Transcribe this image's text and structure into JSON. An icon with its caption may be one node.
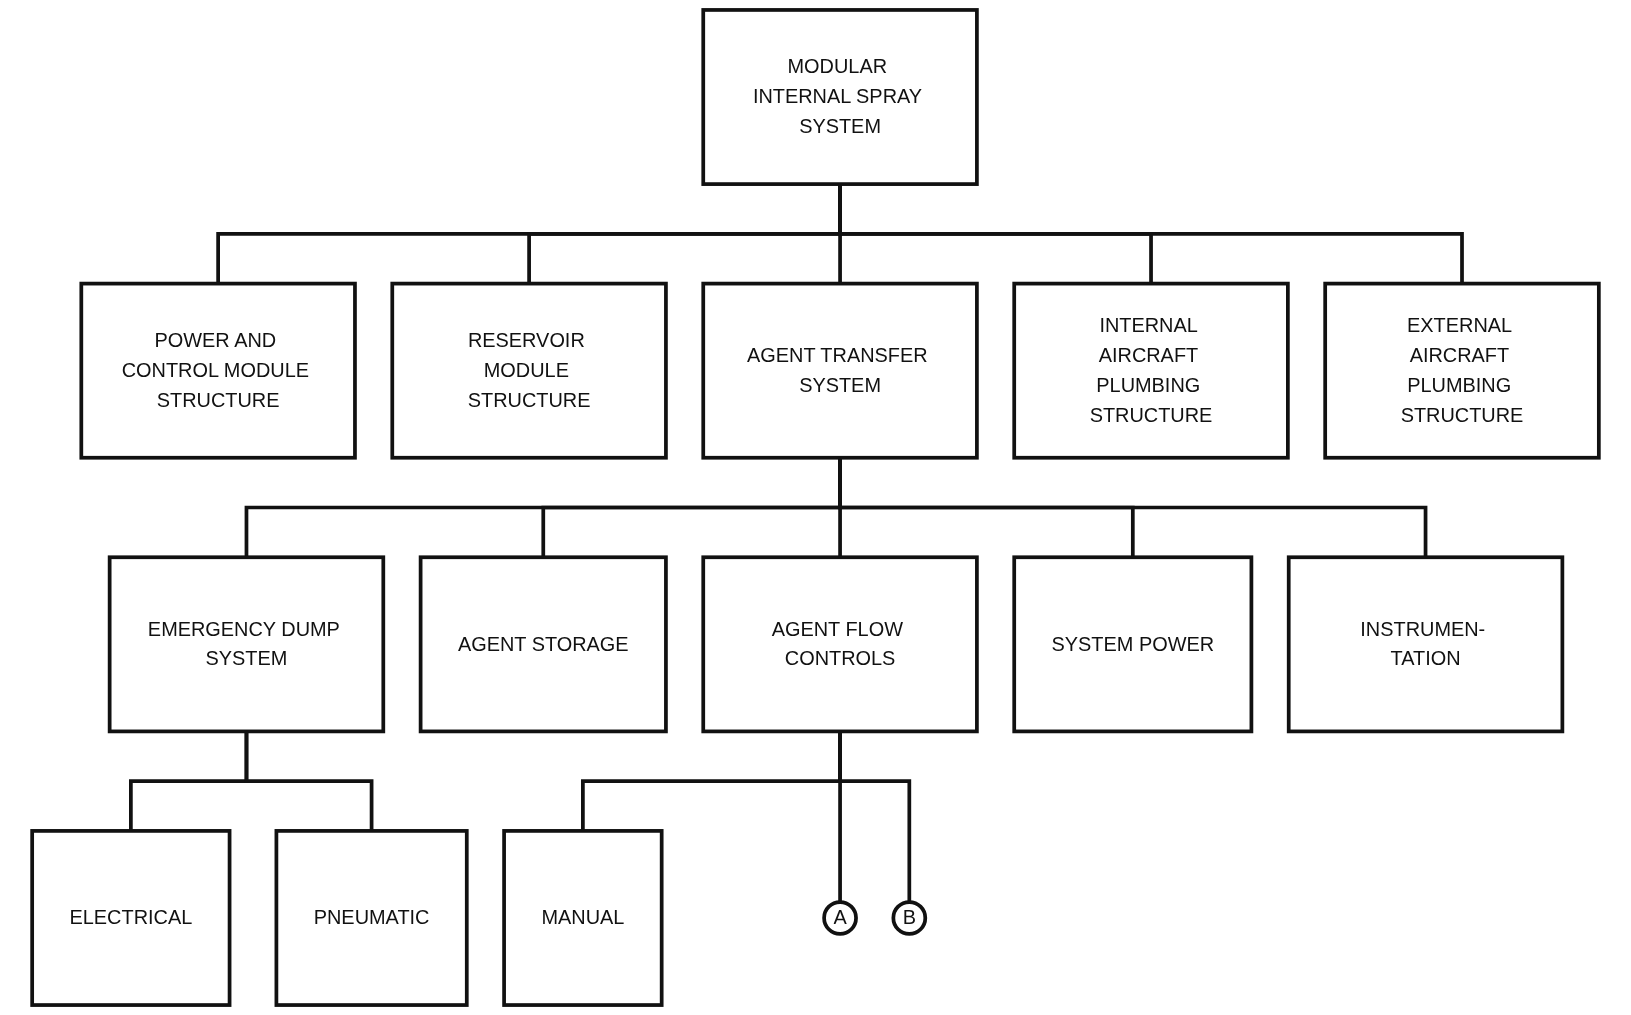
{
  "diagram": {
    "nodes": [
      {
        "text": [
          "MODULAR INTERNAL SPRAY SYSTEM"
        ]
      },
      {
        "text": [
          "POWER AND CONTROL MODULE STRUCTURE"
        ]
      },
      {
        "text": [
          "RESERVOIR MODULE STRUCTURE"
        ]
      },
      {
        "text": [
          "AGENT TRANSFER SYSTEM"
        ]
      },
      {
        "text": [
          "INTERNAL AIRCRAFT PLUMBING STRUCTURE"
        ]
      },
      {
        "text": [
          "EXTERNAL AIRCRAFT PLUMBING STRUCTURE"
        ]
      },
      {
        "text": [
          "EMERGENCY DUMP SYSTEM"
        ]
      },
      {
        "text": [
          "AGENT STORAGE"
        ]
      },
      {
        "text": [
          "AGENT FLOW CONTROLS"
        ]
      },
      {
        "text": [
          "SYSTEM POWER"
        ]
      },
      {
        "text": [
          "INSTRUMEN- TATION"
        ]
      },
      {
        "text": [
          "ELECTRICAL"
        ]
      },
      {
        "text": [
          "PNEUMATIC"
        ]
      },
      {
        "text": [
          "MANUAL"
        ]
      },
      {
        "text": [
          "A"
        ]
      },
      {
        "text": [
          "B"
        ]
      }
    ],
    "edges": [
      {
        "from": 0,
        "to": 1,
        "arrow": "none"
      },
      {
        "from": 0,
        "to": 2,
        "arrow": "none"
      },
      {
        "from": 0,
        "to": 3,
        "arrow": "none"
      },
      {
        "from": 0,
        "to": 4,
        "arrow": "none"
      },
      {
        "from": 0,
        "to": 5,
        "arrow": "none"
      },
      {
        "from": 3,
        "to": 6,
        "arrow": "none"
      },
      {
        "from": 3,
        "to": 7,
        "arrow": "none"
      },
      {
        "from": 3,
        "to": 8,
        "arrow": "none"
      },
      {
        "from": 3,
        "to": 9,
        "arrow": "none"
      },
      {
        "from": 3,
        "to": 10,
        "arrow": "none"
      },
      {
        "from": 6,
        "to": 11,
        "arrow": "none"
      },
      {
        "from": 6,
        "to": 12,
        "arrow": "none"
      },
      {
        "from": 8,
        "to": 13,
        "arrow": "none"
      },
      {
        "from": 8,
        "to": 14,
        "arrow": "none"
      },
      {
        "from": 8,
        "to": 15,
        "arrow": "none"
      }
    ]
  }
}
